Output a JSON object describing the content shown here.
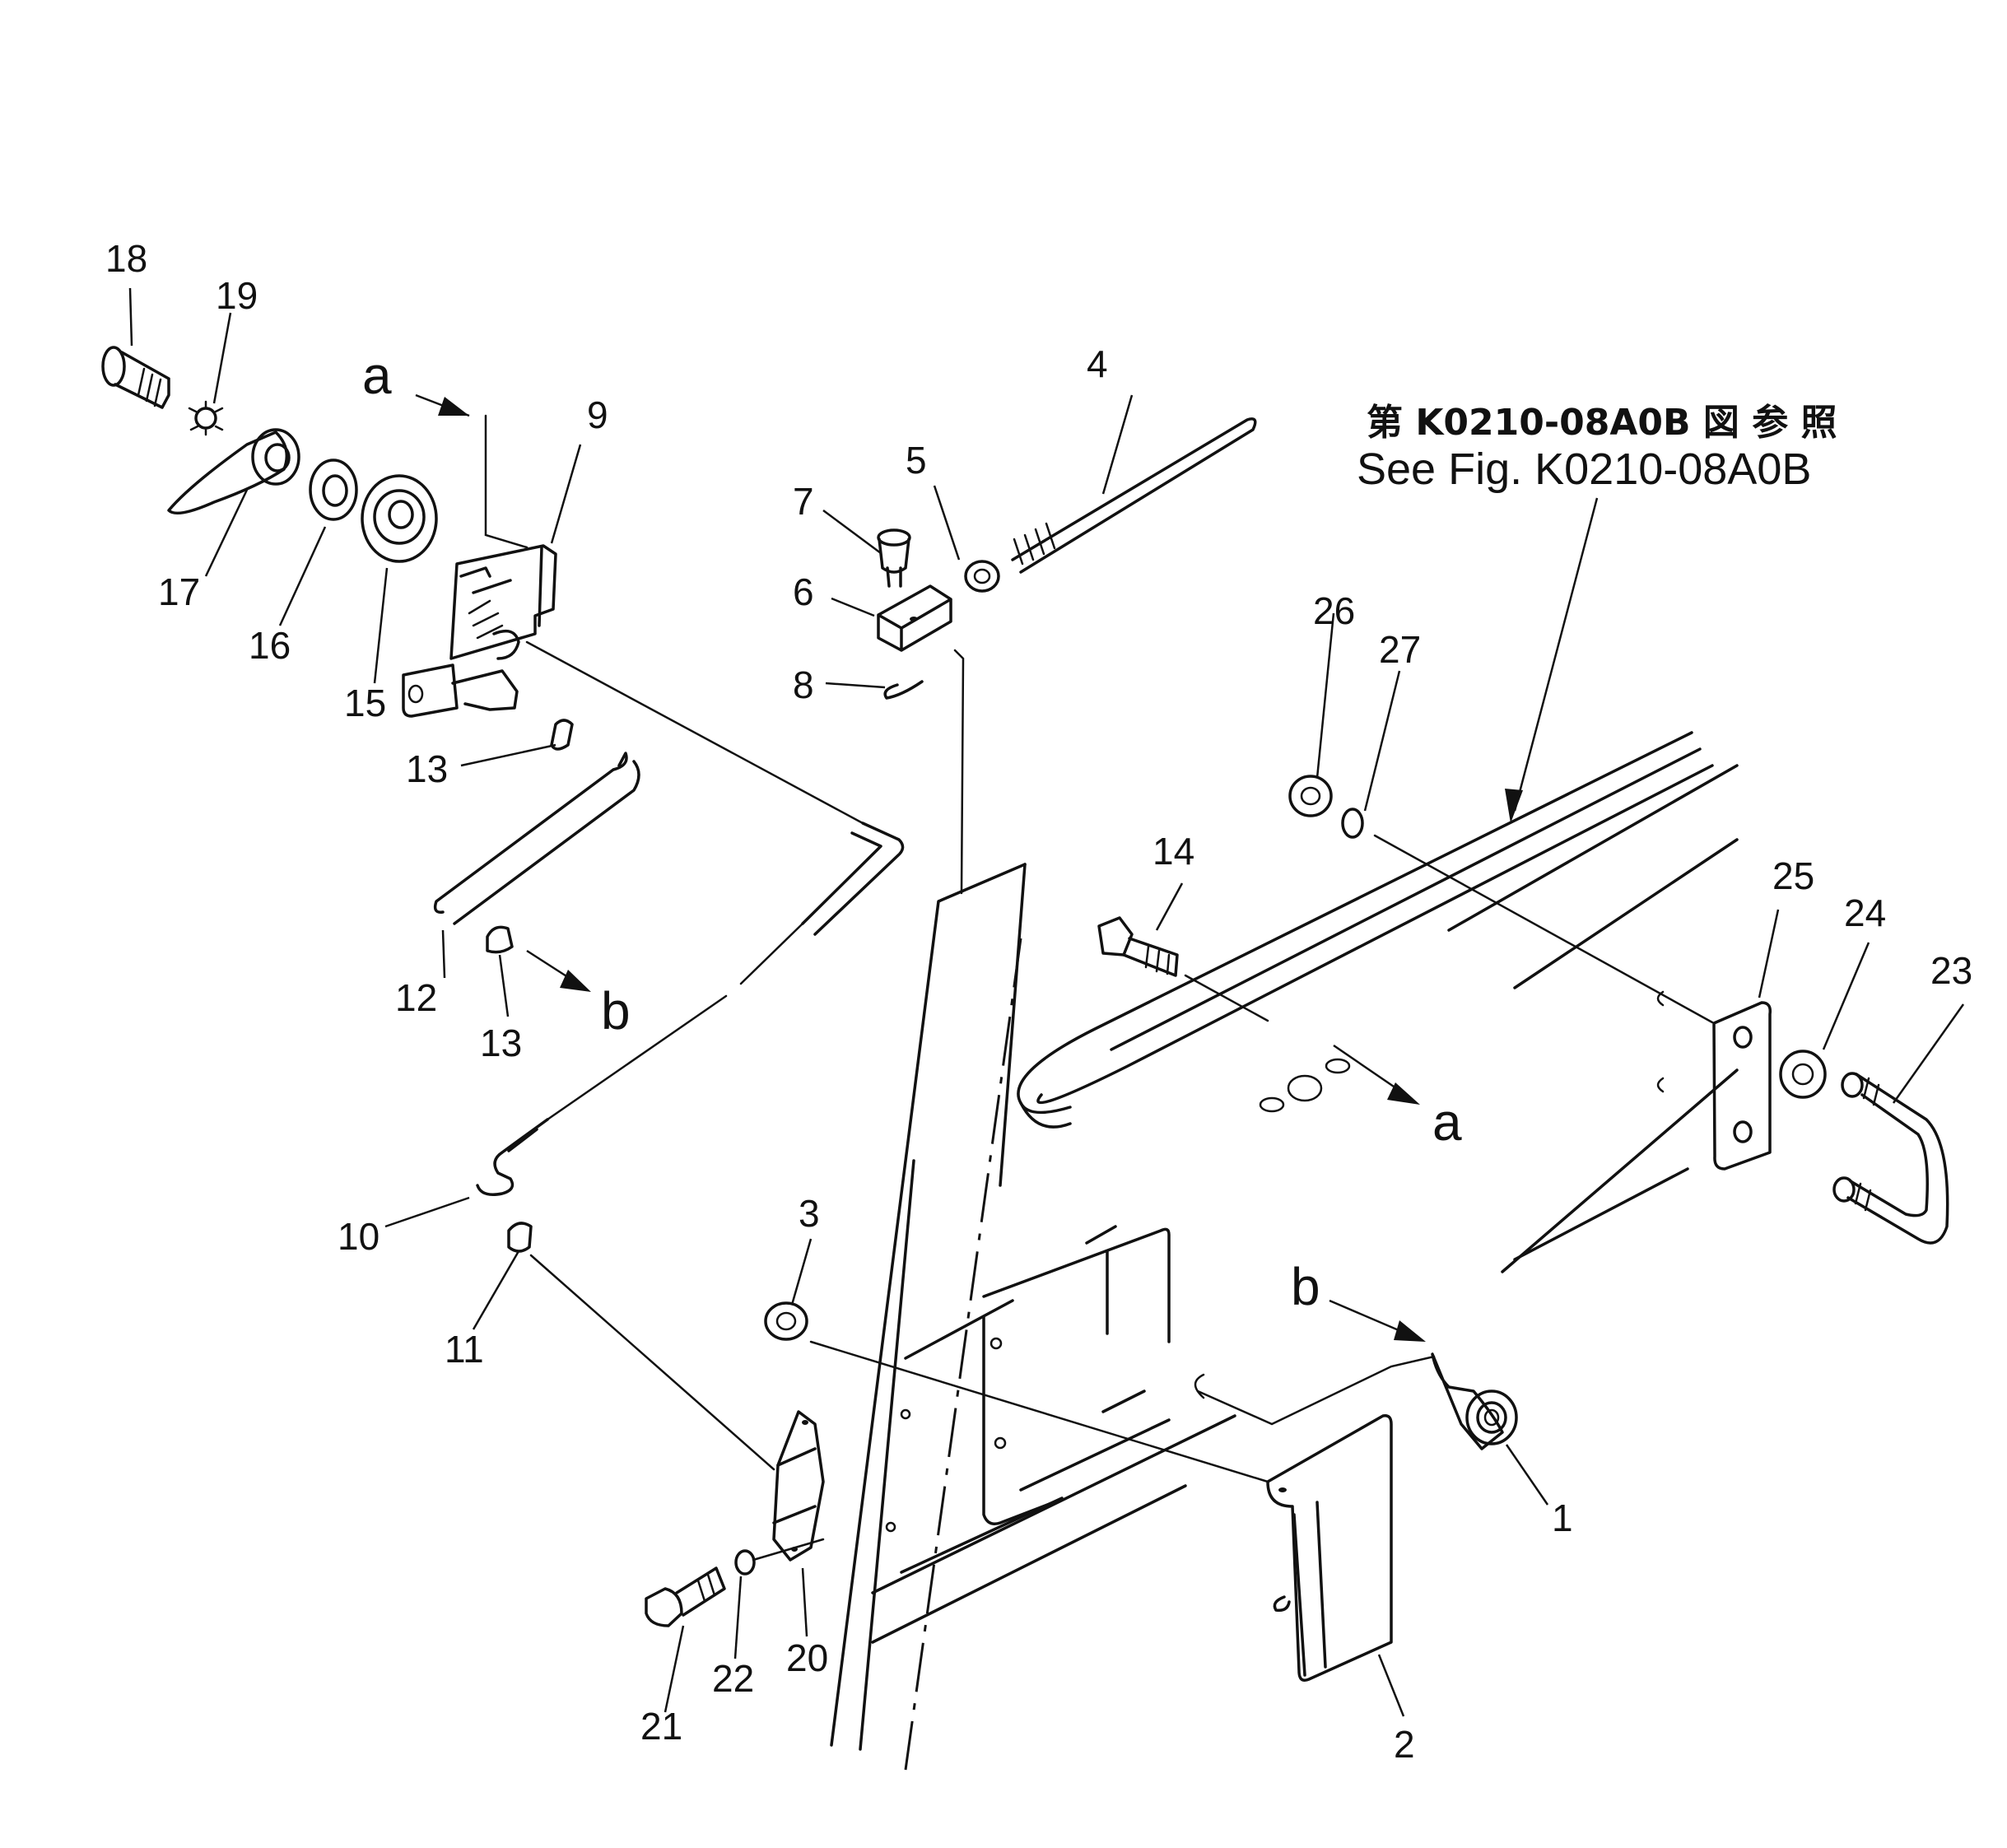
{
  "reference": {
    "japanese": "第 K0210-08A0B 図 参 照",
    "english": "See Fig. K0210-08A0B"
  },
  "callouts": [
    "1",
    "2",
    "3",
    "4",
    "5",
    "6",
    "7",
    "8",
    "9",
    "10",
    "11",
    "12",
    "13",
    "13",
    "14",
    "15",
    "16",
    "17",
    "18",
    "19",
    "20",
    "21",
    "22",
    "23",
    "24",
    "25",
    "26",
    "27"
  ],
  "connection_markers": [
    "a",
    "a",
    "b",
    "b"
  ]
}
